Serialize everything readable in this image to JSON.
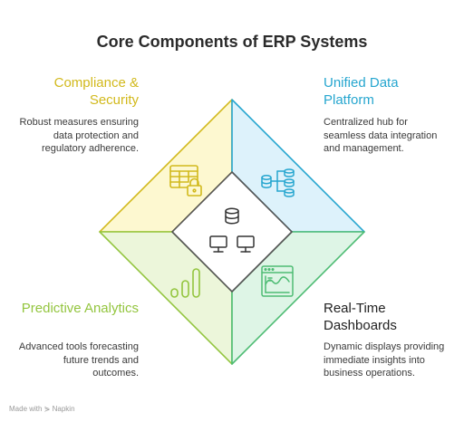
{
  "title": "Core Components of ERP Systems",
  "components": {
    "compliance": {
      "heading": "Compliance & Security",
      "description": "Robust measures ensuring data protection and regulatory adherence.",
      "color": "#d2b91c",
      "fill": "#fdf8d0",
      "icon": "table-lock-icon"
    },
    "unified": {
      "heading": "Unified Data Platform",
      "description": "Centralized hub for seamless data integration and management.",
      "color": "#26a6cf",
      "fill": "#ddf2fb",
      "icon": "database-network-icon"
    },
    "predictive": {
      "heading": "Predictive Analytics",
      "description": "Advanced tools forecasting future trends and outcomes.",
      "color": "#93c53e",
      "fill": "#ecf6da",
      "icon": "bar-chart-icon"
    },
    "realtime": {
      "heading": "Real-Time Dashboards",
      "description": "Dynamic displays providing immediate insights into business operations.",
      "color": "#4ebc74",
      "fill": "#def5e6",
      "icon": "dashboard-icon"
    }
  },
  "center_icon": "database-computers-icon",
  "footer": "Made with ⋟ Napkin"
}
